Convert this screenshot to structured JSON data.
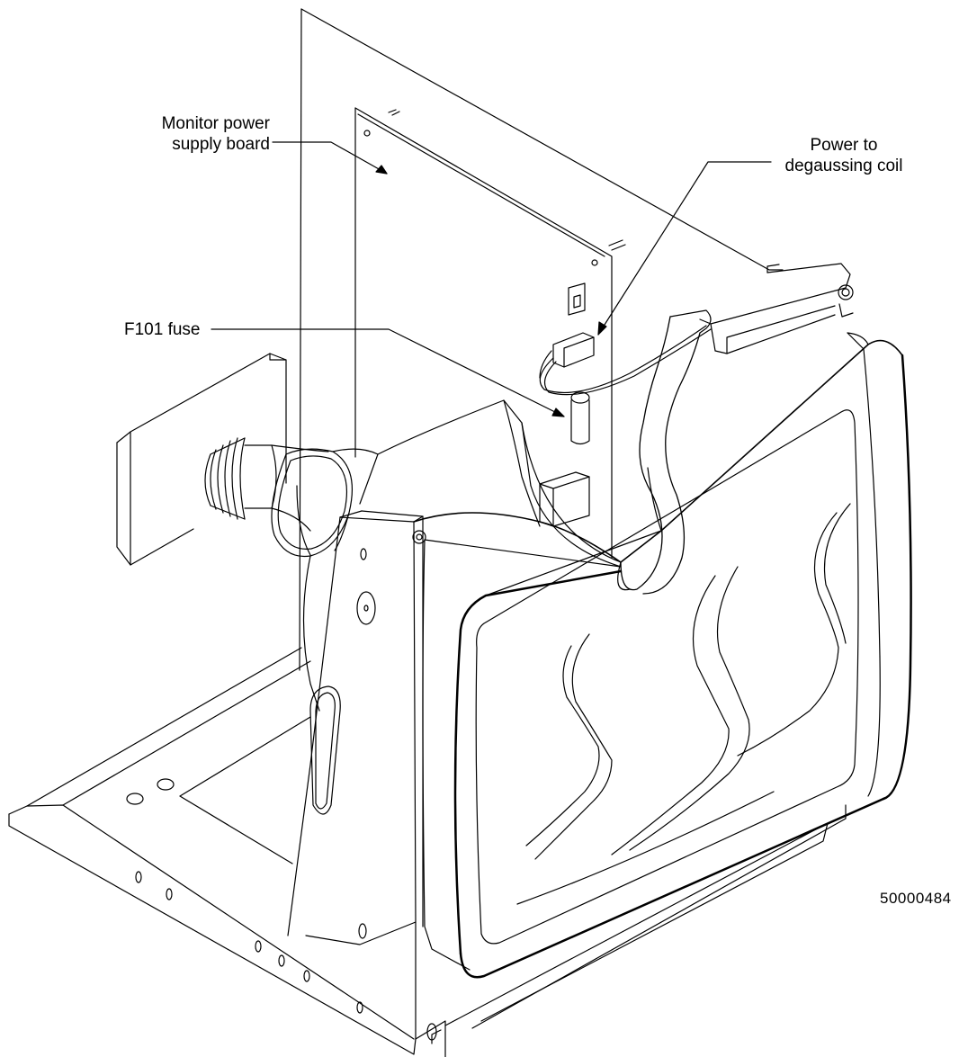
{
  "callouts": {
    "power_supply_board": {
      "line1": "Monitor power",
      "line2": "supply board"
    },
    "degaussing_power": {
      "line1": "Power to",
      "line2": "degaussing coil"
    },
    "fuse": {
      "text": "F101 fuse"
    }
  },
  "figure_number": "50000484",
  "colors": {
    "line": "#000000",
    "background": "#ffffff"
  }
}
